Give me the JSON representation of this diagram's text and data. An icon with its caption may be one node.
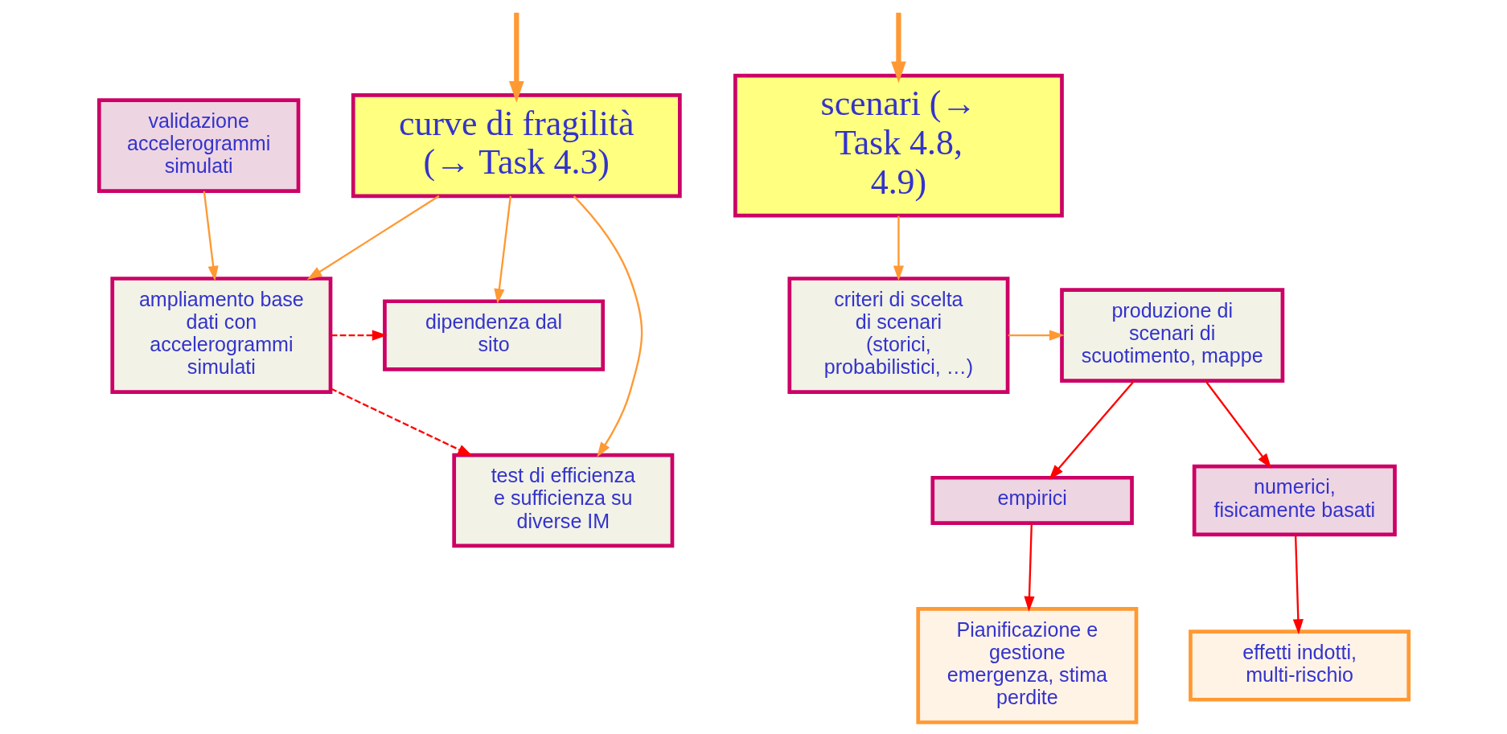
{
  "diagram": {
    "nodes": [
      {
        "text": [
          "curve di fragilità (→ Task 4.3)"
        ]
      },
      {
        "text": [
          "scenari (→ Task 4.8, 4.9)"
        ]
      },
      {
        "text": [
          "test di efficienza e sufficienza su diverse IM"
        ]
      },
      {
        "text": [
          "ampliamento base dati con accelerogrammi simulati"
        ]
      },
      {
        "text": [
          "dipendenza dal sito"
        ]
      },
      {
        "text": [
          "validazione accelerogrammi simulati"
        ]
      },
      {
        "text": [
          "Pianificazione e gestione emergenza, stima perdite"
        ]
      },
      {
        "text": [
          "effetti indotti, multi-rischio"
        ]
      },
      {
        "text": [
          "empirici"
        ]
      },
      {
        "text": [
          "numerici, fisicamente basati"
        ]
      },
      {
        "text": [
          "criteri di scelta di scenari (storici, probabilistici, …)"
        ]
      },
      {
        "text": [
          "produzione di scenari di scuotimento, mappe"
        ]
      }
    ],
    "edges": [
      {
        "from": null,
        "to": 0,
        "arrow": "to",
        "style": "thick"
      },
      {
        "from": null,
        "to": 1,
        "arrow": "to",
        "style": "thick"
      },
      {
        "from": 0,
        "to": 3,
        "arrow": "to"
      },
      {
        "from": 0,
        "to": 2,
        "arrow": "to"
      },
      {
        "from": 0,
        "to": 4,
        "arrow": "to"
      },
      {
        "from": 3,
        "to": 2,
        "arrow": "to",
        "style": "dashed",
        "color": "#ff0000"
      },
      {
        "from": 3,
        "to": 4,
        "arrow": "to",
        "style": "dashed",
        "color": "#ff0000"
      },
      {
        "from": 5,
        "to": 3,
        "arrow": "to"
      },
      {
        "from": 1,
        "to": 10,
        "arrow": "to"
      },
      {
        "from": 10,
        "to": 11,
        "arrow": "to"
      },
      {
        "from": 11,
        "to": 8,
        "arrow": "to",
        "color": "#ff0000"
      },
      {
        "from": 11,
        "to": 9,
        "arrow": "to",
        "color": "#ff0000"
      },
      {
        "from": 8,
        "to": 6,
        "arrow": "to",
        "color": "#ff0000"
      },
      {
        "from": 9,
        "to": 7,
        "arrow": "to",
        "color": "#ff0000"
      }
    ]
  }
}
